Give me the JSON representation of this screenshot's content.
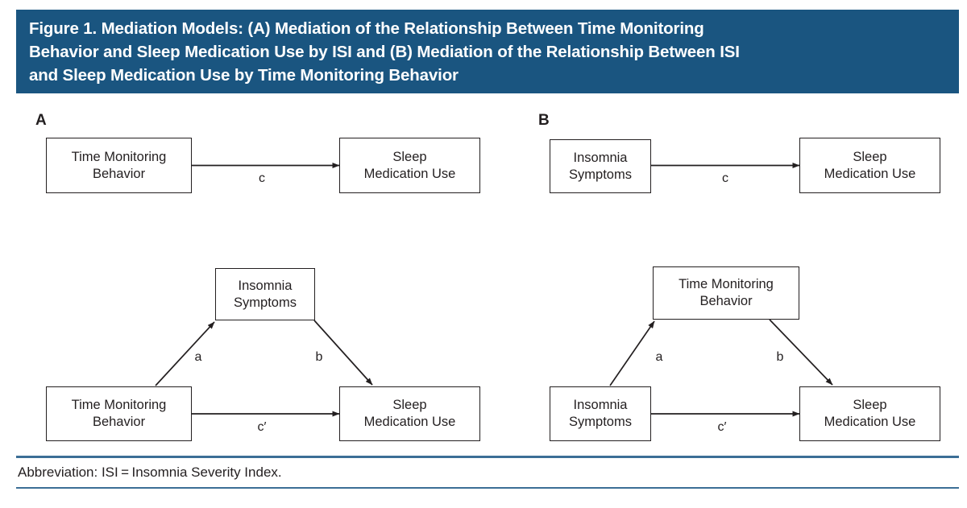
{
  "figure": {
    "title": "Figure 1. Mediation Models: (A) Mediation of the Relationship Between Time Monitoring\nBehavior and Sleep Medication Use by ISI and (B) Mediation of the Relationship Between ISI\nand Sleep Medication Use by Time Monitoring Behavior",
    "banner_color": "#1a5580",
    "rule_color": "#3c6e96",
    "line_color": "#231f20"
  },
  "panels": [
    {
      "letter": "A",
      "total_effect_model": {
        "predictor": "Time Monitoring\nBehavior",
        "outcome": "Sleep\nMedication Use",
        "path_label": "c"
      },
      "mediation_model": {
        "mediator": "Insomnia\nSymptoms",
        "predictor": "Time Monitoring\nBehavior",
        "outcome": "Sleep\nMedication Use",
        "path_a_label": "a",
        "path_b_label": "b",
        "path_c_prime_label": "c′"
      }
    },
    {
      "letter": "B",
      "total_effect_model": {
        "predictor": "Insomnia\nSymptoms",
        "outcome": "Sleep\nMedication Use",
        "path_label": "c"
      },
      "mediation_model": {
        "mediator": "Time Monitoring\nBehavior",
        "predictor": "Insomnia\nSymptoms",
        "outcome": "Sleep\nMedication Use",
        "path_a_label": "a",
        "path_b_label": "b",
        "path_c_prime_label": "c′"
      }
    }
  ],
  "footnote": {
    "text": "Abbreviation: ISI = Insomnia Severity Index."
  }
}
